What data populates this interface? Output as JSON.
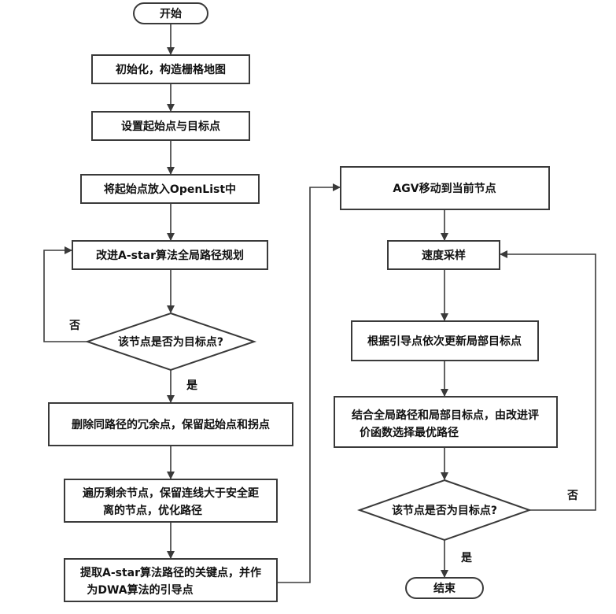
{
  "left_column": {
    "start": "开始",
    "init": "初始化，构造栅格地图",
    "set_points": "设置起始点与目标点",
    "put_openlist": "将起始点放入OpenList中",
    "improved_astar": "改进A-star算法全局路径规划",
    "is_goal": "该节点是否为目标点?",
    "no": "否",
    "yes": "是",
    "remove_redundant": "删除同路径的冗余点，保留起始点和拐点",
    "traverse_line1": "遍历剩余节点，保留连线大于安全距",
    "traverse_line2": "离的节点，优化路径",
    "extract_line1": "提取A-star算法路径的关键点，并作",
    "extract_line2": "为DWA算法的引导点"
  },
  "right_column": {
    "agv_move": "AGV移动到当前节点",
    "velocity_sample": "速度采样",
    "update_local": "根据引导点依次更新局部目标点",
    "combine_line1": "结合全局路径和局部目标点，由改进评",
    "combine_line2": "价函数选择最优路径",
    "is_goal": "该节点是否为目标点?",
    "no": "否",
    "yes": "是",
    "end": "结束"
  }
}
